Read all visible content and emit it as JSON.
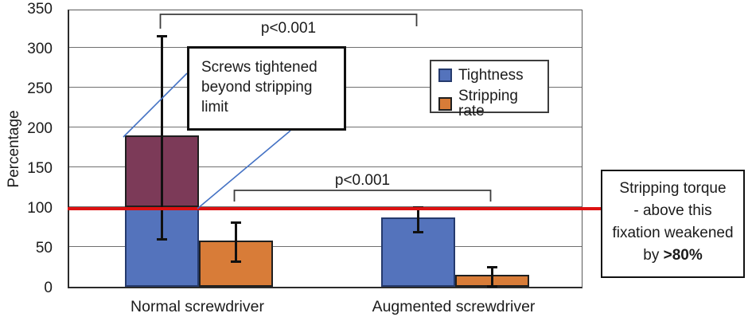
{
  "chart_data": {
    "type": "bar",
    "title": "",
    "ylabel": "Percentage",
    "xlabel": "",
    "categories": [
      "Normal screwdriver",
      "Augmented screwdriver"
    ],
    "ylim": [
      0,
      350
    ],
    "yticks": [
      0,
      50,
      100,
      150,
      200,
      250,
      300,
      350
    ],
    "grid": true,
    "legend_position": "inside upper right",
    "series": [
      {
        "name": "Tightness",
        "color": "#5473bc",
        "border": "#253a6d",
        "values": [
          190,
          87
        ],
        "error_high": [
          318,
          103
        ],
        "error_low": [
          62,
          71
        ]
      },
      {
        "name": "Stripping rate",
        "color": "#d87c38",
        "border": "#1f1f1f",
        "values": [
          58,
          15
        ],
        "error_high": [
          84,
          28
        ],
        "error_low": [
          34,
          3
        ]
      }
    ],
    "overflow_fill": {
      "color": "#7c3a58",
      "border": "#1f1f1f",
      "note": "portion of Normal screwdriver Tightness bar above the stripping limit"
    },
    "reference_line": {
      "value": 100,
      "color": "#dd1111",
      "label": "Stripping torque - above this fixation weakened by >80%"
    },
    "significance": [
      {
        "label": "p<0.001",
        "connects": "Tightness bars"
      },
      {
        "label": "p<0.001",
        "connects": "Stripping rate bars"
      }
    ]
  },
  "callout": {
    "text": "Screws tightened beyond stripping limit"
  },
  "sidenote": {
    "line1": "Stripping torque",
    "line2": "- above this",
    "line3": "fixation weakened",
    "line4_prefix": "by ",
    "line4_bold": ">80%"
  }
}
